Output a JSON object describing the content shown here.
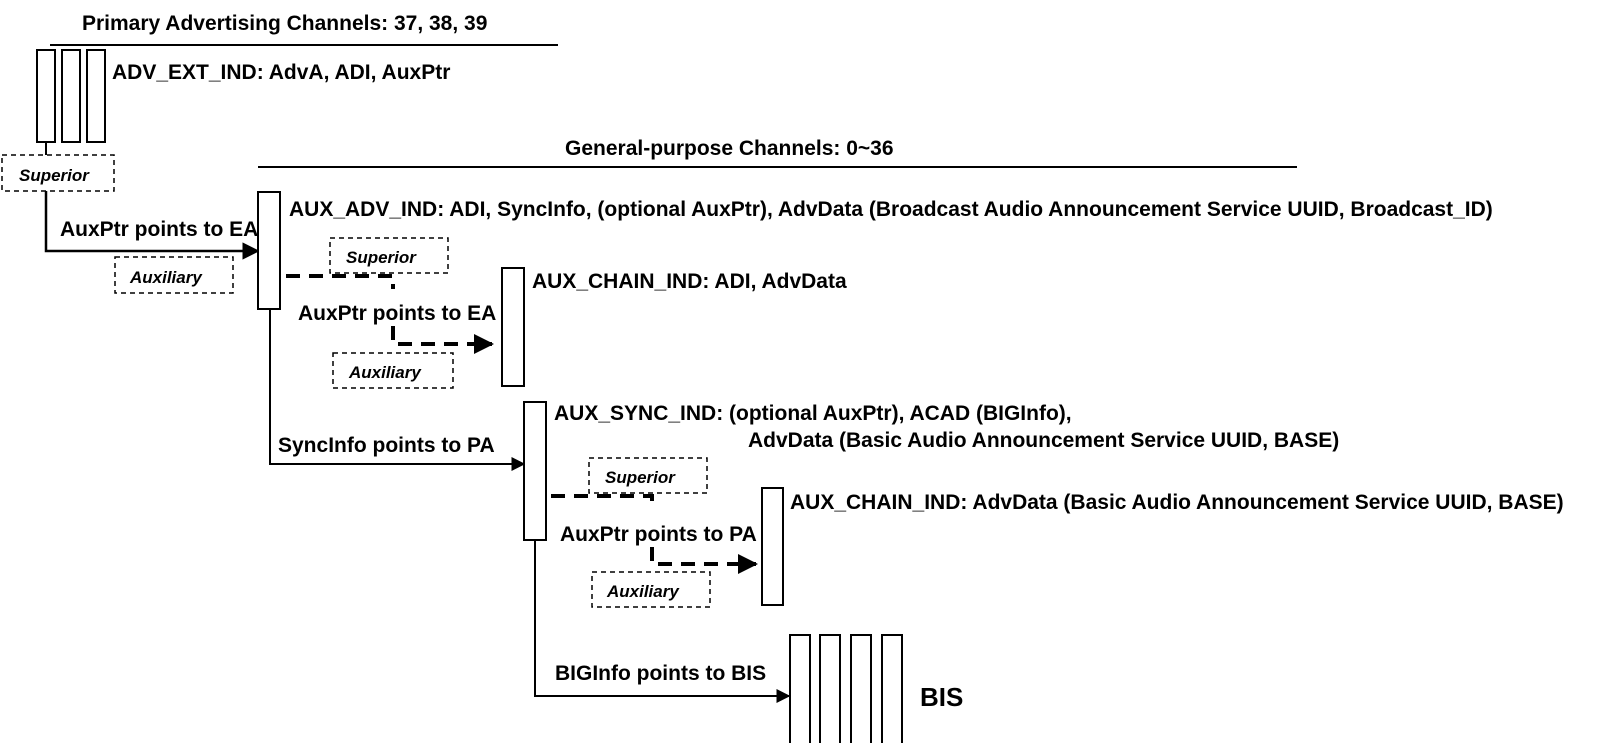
{
  "headings": {
    "primary": "Primary Advertising Channels: 37, 38, 39",
    "general": "General-purpose Channels: 0~36"
  },
  "packets": {
    "adv_ext_ind": "ADV_EXT_IND: AdvA,  ADI, AuxPtr",
    "aux_adv_ind": "AUX_ADV_IND: ADI, SyncInfo, (optional AuxPtr),  AdvData (Broadcast Audio Announcement Service UUID, Broadcast_ID)",
    "aux_chain_ind_1": "AUX_CHAIN_IND: ADI, AdvData",
    "aux_sync_ind_line1": "AUX_SYNC_IND: (optional AuxPtr), ACAD (BIGInfo),",
    "aux_sync_ind_line2": "AdvData (Basic Audio Announcement Service UUID, BASE)",
    "aux_chain_ind_2": "AUX_CHAIN_IND: AdvData (Basic Audio Announcement Service UUID, BASE)",
    "bis": "BIS"
  },
  "arrows": {
    "auxptr_ea_1": "AuxPtr points to EA",
    "auxptr_ea_2": "AuxPtr points to EA",
    "syncinfo_pa": "SyncInfo points to PA",
    "auxptr_pa": "AuxPtr points to PA",
    "biginfo_bis": "BIGInfo points to BIS"
  },
  "tags": {
    "superior_1": "Superior",
    "auxiliary_1": "Auxiliary",
    "superior_2": "Superior",
    "auxiliary_2": "Auxiliary",
    "superior_3": "Superior",
    "auxiliary_3": "Auxiliary"
  }
}
